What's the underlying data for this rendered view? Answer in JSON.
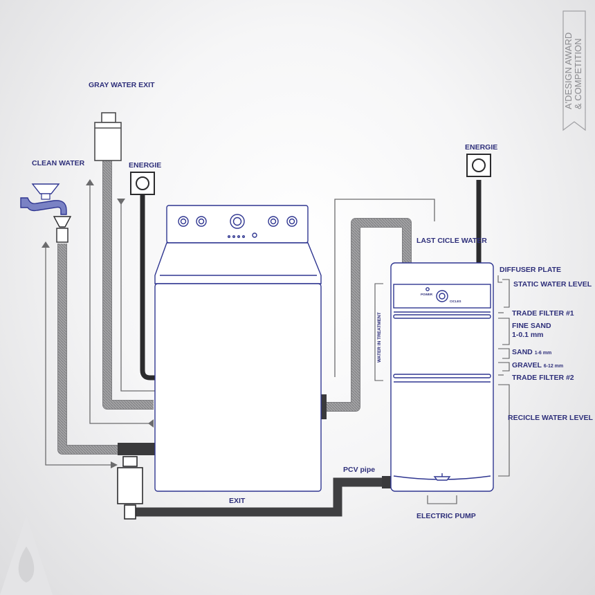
{
  "labels": {
    "gray_water_exit": "GRAY WATER EXIT",
    "clean_water": "CLEAN WATER",
    "energie_left": "ENERGIE",
    "energie_right": "ENERGIE",
    "last_cicle_water": "LAST CICLE WATER",
    "diffuser_plate": "DIFFUSER PLATE",
    "static_water_level": "STATIC WATER LEVEL",
    "trade_filter_1": "TRADE FILTER #1",
    "fine_sand": "FINE SAND",
    "fine_sand_size": "1-0.1 mm",
    "sand": "SAND",
    "sand_size": "1-6 mm",
    "gravel": "GRAVEL",
    "gravel_size": "6-12 mm",
    "trade_filter_2": "TRADE FILTER #2",
    "recicle_water_level": "RECICLE WATER LEVEL",
    "water_in_treatment": "WATER IN TREATMENT",
    "pcv_pipe": "PCV pipe",
    "exit": "EXIT",
    "electric_pump": "ELECTRIC PUMP",
    "power": "POWER",
    "cicles": "CICLES"
  },
  "watermark": {
    "line1": "A'DESIGN AWARD",
    "line2": "& COMPETITION"
  },
  "colors": {
    "label_text": "#2e2f7a",
    "appliance_outline": "#2e3590",
    "hose_fill": "#9a9a9c",
    "pipe_dark": "#3a3a3c",
    "connector_line": "#6a6a6c"
  }
}
